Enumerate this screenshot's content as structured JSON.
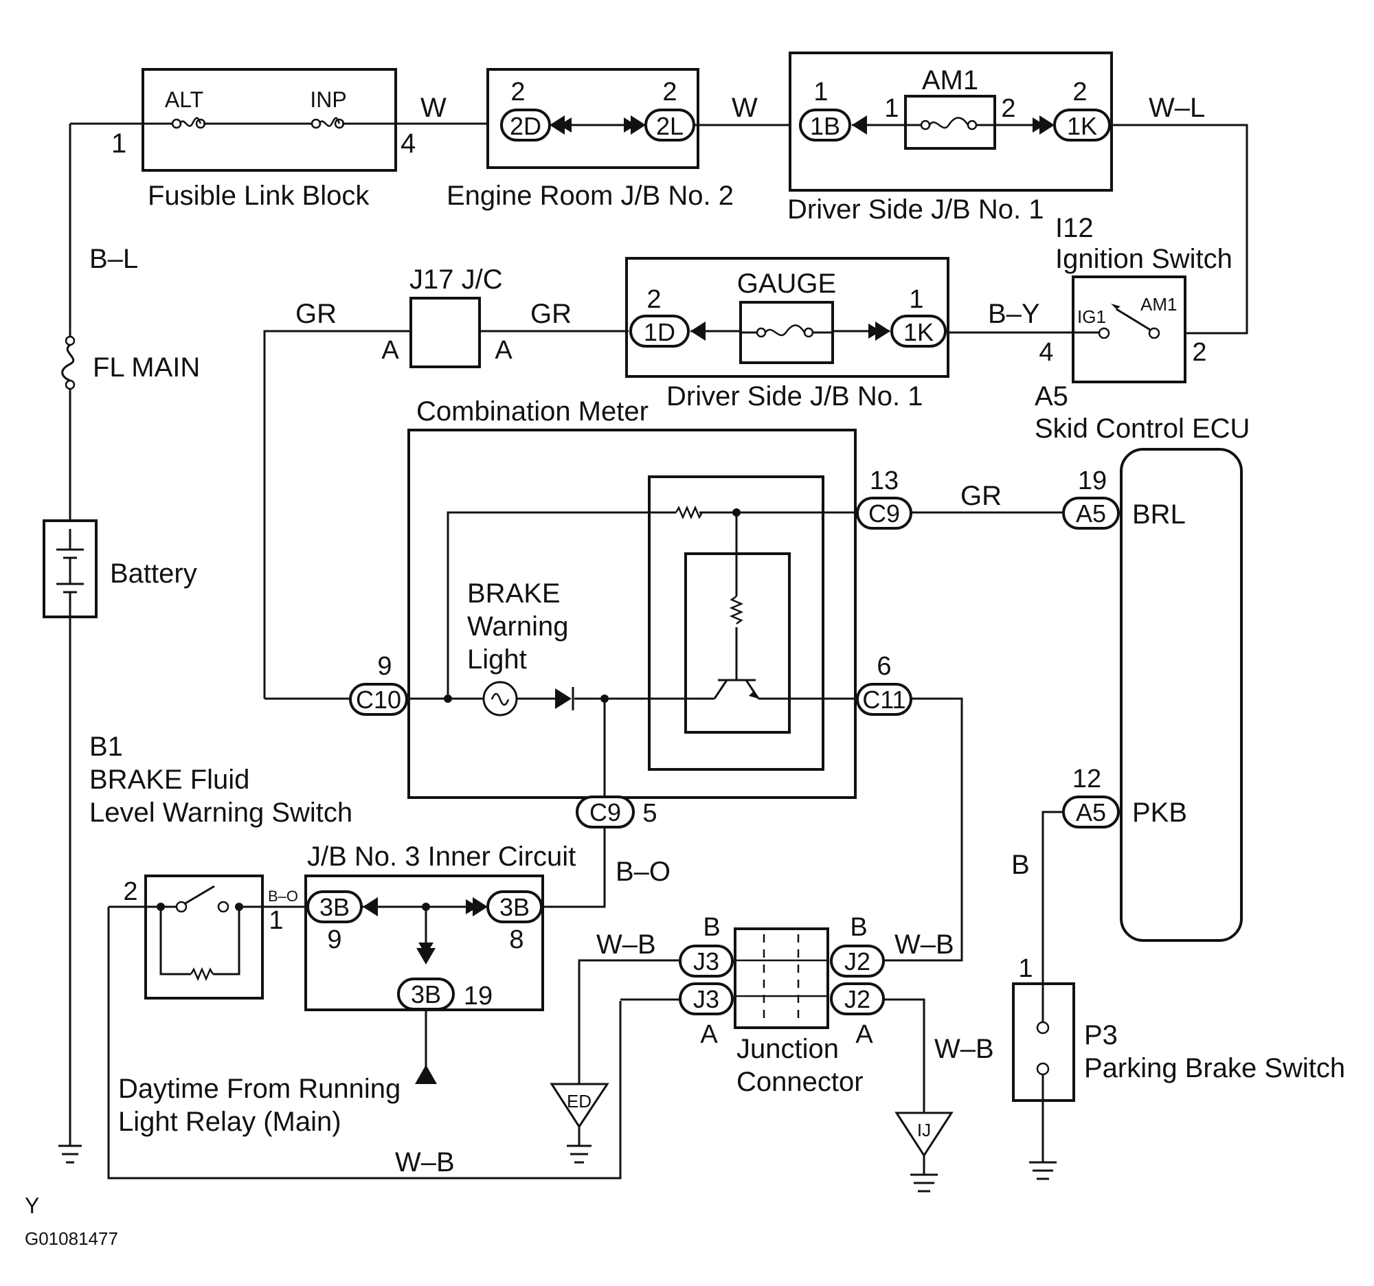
{
  "components": {
    "fusible_link_block": {
      "label": "Fusible Link Block",
      "fuse_alt": "ALT",
      "fuse_inp": "INP",
      "pin_left": "1",
      "pin_right": "4"
    },
    "engine_room_jb2": {
      "label": "Engine Room J/B No. 2",
      "conn_left": "2D",
      "conn_right": "2L",
      "pin_left": "2",
      "pin_right": "2"
    },
    "driver_jb1_top": {
      "label": "Driver Side J/B No. 1",
      "fuse": "AM1",
      "conn_left": "1B",
      "conn_right": "1K",
      "pin_left": "1",
      "pin_right": "2",
      "fuse_pin_left": "1",
      "fuse_pin_right": "2"
    },
    "ignition_switch": {
      "code": "I12",
      "label": "Ignition Switch",
      "term_ig1": "IG1",
      "term_am1": "AM1",
      "pin_left": "4",
      "pin_right": "2"
    },
    "j17": {
      "label": "J17 J/C",
      "pin_left": "A",
      "pin_right": "A"
    },
    "driver_jb1_gauge": {
      "label": "Driver Side J/B No. 1",
      "fuse": "GAUGE",
      "conn_left": "1D",
      "conn_right": "1K",
      "pin_left": "2",
      "pin_right": "1"
    },
    "fl_main": {
      "label": "FL MAIN"
    },
    "battery": {
      "label": "Battery"
    },
    "combination_meter": {
      "label": "Combination Meter",
      "lamp_label_1": "BRAKE",
      "lamp_label_2": "Warning",
      "lamp_label_3": "Light",
      "conn_c10": "C10",
      "pin_c10": "9",
      "conn_c9_top": "C9",
      "pin_c9_top": "13",
      "conn_c11": "C11",
      "pin_c11": "6",
      "conn_c9_bottom": "C9",
      "pin_c9_bottom": "5"
    },
    "skid_ecu": {
      "code": "A5",
      "label": "Skid Control ECU",
      "conn_brl": "A5",
      "pin_brl": "19",
      "term_brl": "BRL",
      "conn_pkb": "A5",
      "pin_pkb": "12",
      "term_pkb": "PKB"
    },
    "brake_fluid_switch": {
      "code": "B1",
      "label_1": "BRAKE Fluid",
      "label_2": "Level Warning Switch",
      "pin_left": "2",
      "pin_right": "1"
    },
    "jb3": {
      "label": "J/B No. 3 Inner Circuit",
      "conn_left": "3B",
      "pin_left": "9",
      "conn_right": "3B",
      "pin_right": "8",
      "conn_bottom": "3B",
      "pin_bottom": "19"
    },
    "drl_relay": {
      "label_1": "Daytime From Running",
      "label_2": "Light Relay (Main)"
    },
    "junction_connector": {
      "label_1": "Junction",
      "label_2": "Connector",
      "conn_j3": "J3",
      "conn_j2": "J2",
      "pin_b_left": "B",
      "pin_b_right": "B",
      "pin_a_left": "A",
      "pin_a_right": "A"
    },
    "ground_ed": {
      "label": "ED"
    },
    "ground_ij": {
      "label": "IJ"
    },
    "parking_brake_switch": {
      "code": "P3",
      "label": "Parking Brake Switch",
      "pin": "1"
    }
  },
  "wires": {
    "fl_to_er": "W",
    "er_to_jb": "W",
    "jb_to_ign": "W–L",
    "bat_line": "B–L",
    "gr_left": "GR",
    "gr_mid": "GR",
    "ign_to_gauge": "B–Y",
    "c9_to_ecu": "GR",
    "c9_to_jb3": "B–O",
    "switch_to_jb3": "B–O",
    "ecu_to_pkb": "B",
    "c11_to_j2": "W–B",
    "j3_to_ed": "W–B",
    "j2_to_ij": "W–B",
    "bottom_loop": "W–B"
  },
  "footer": {
    "corner_mark": "Y",
    "figure_id": "G01081477"
  }
}
